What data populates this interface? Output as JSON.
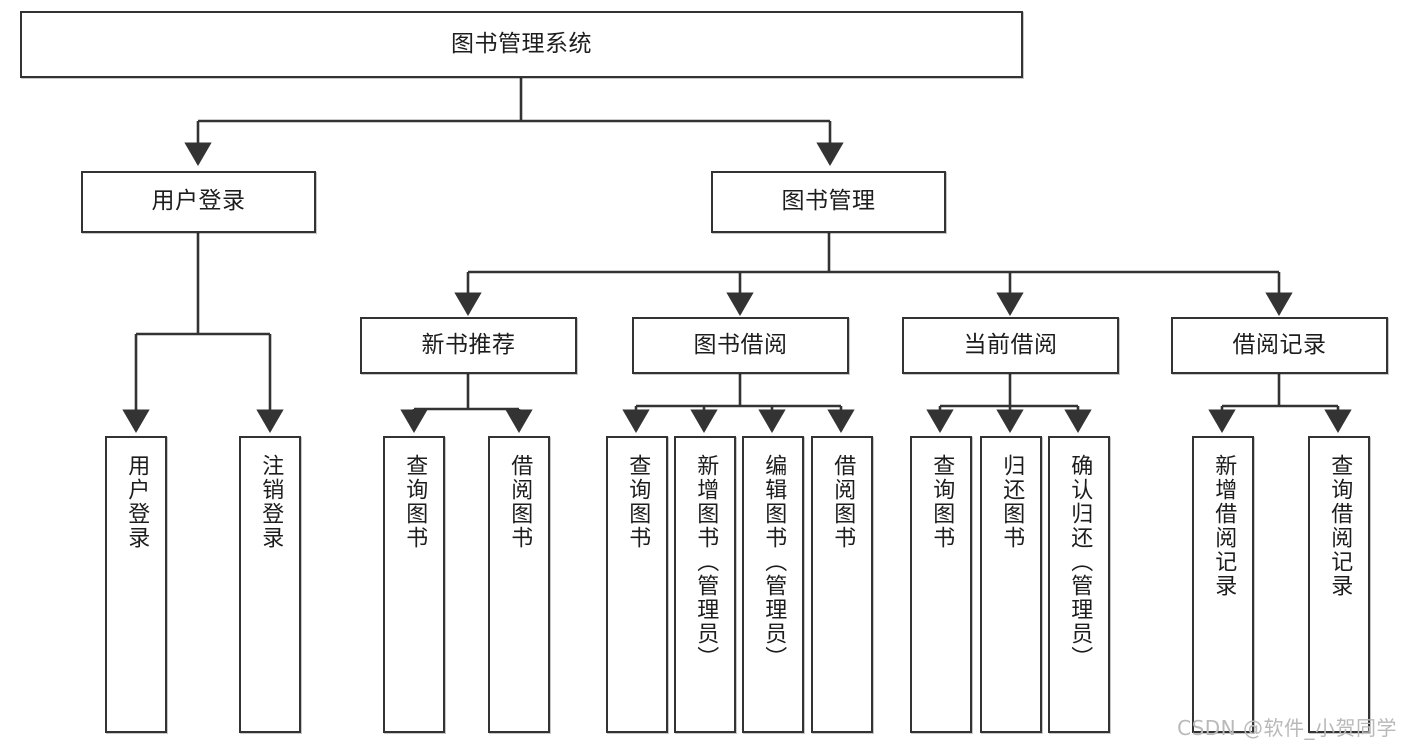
{
  "diagram": {
    "title": "图书管理系统",
    "watermark": "CSDN @软件_小贺同学",
    "colors": {
      "box_border": "#333333",
      "box_fill": "#ffffff",
      "connector": "#333333",
      "text": "#1d1d1d",
      "watermark": "#b9b9b9",
      "background": "#ffffff"
    },
    "root": {
      "label": "图书管理系统"
    },
    "level2": [
      {
        "label": "用户登录"
      },
      {
        "label": "图书管理"
      }
    ],
    "level3": [
      {
        "label": "新书推荐"
      },
      {
        "label": "图书借阅"
      },
      {
        "label": "当前借阅"
      },
      {
        "label": "借阅记录"
      }
    ],
    "leaves": {
      "user_login": [
        {
          "label": "用户登录"
        },
        {
          "label": "注销登录"
        }
      ],
      "new_book_recommend": [
        {
          "label": "查询图书"
        },
        {
          "label": "借阅图书"
        }
      ],
      "book_borrow": [
        {
          "label": "查询图书"
        },
        {
          "label": "新增图书（管理员）"
        },
        {
          "label": "编辑图书（管理员）"
        },
        {
          "label": "借阅图书"
        }
      ],
      "current_borrow": [
        {
          "label": "查询图书"
        },
        {
          "label": "归还图书"
        },
        {
          "label": "确认归还（管理员）"
        }
      ],
      "borrow_record": [
        {
          "label": "新增借阅记录"
        },
        {
          "label": "查询借阅记录"
        }
      ]
    }
  }
}
